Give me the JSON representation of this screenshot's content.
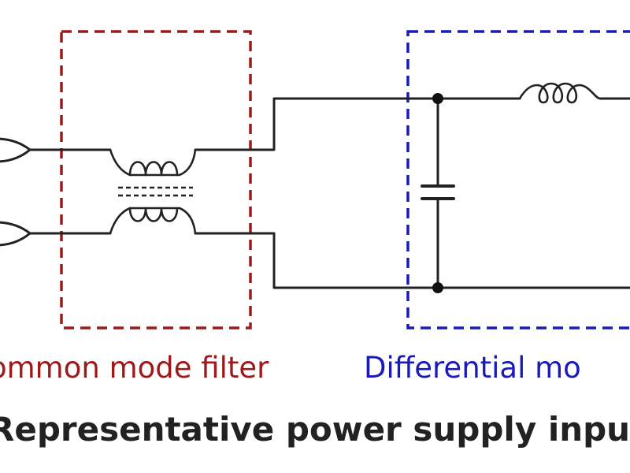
{
  "labels": {
    "common_mode": "ommon mode filter",
    "differential_mode": "Differential mo",
    "caption": "Representative power supply inpu"
  },
  "colors": {
    "common_mode": "#9b1b1b",
    "differential_mode": "#1a1ab8",
    "wire": "#222222"
  },
  "components": {
    "common_mode_choke": "coupled-inductor-icon",
    "series_inductor": "inductor-icon",
    "capacitor": "capacitor-icon",
    "junctions": "junction-dot-icon",
    "input_terminals": "terminal-icon"
  }
}
